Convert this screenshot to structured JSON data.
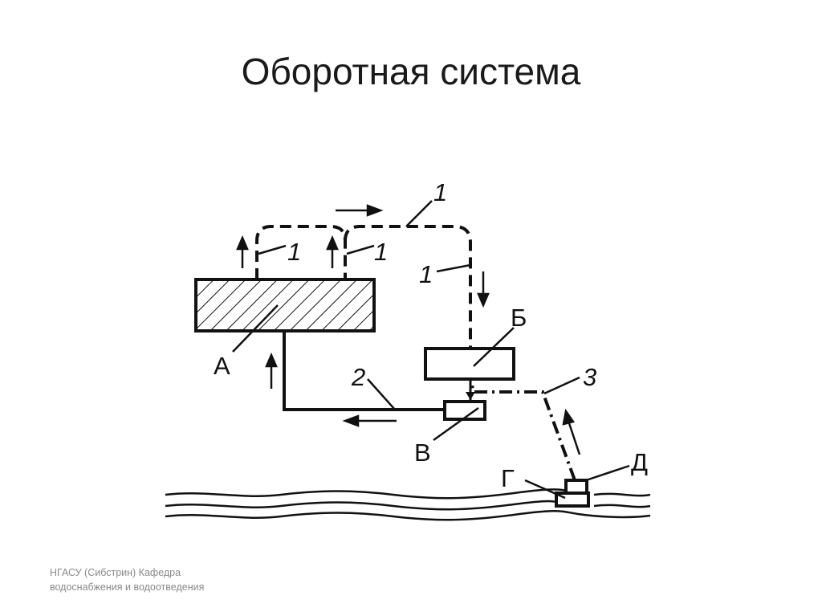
{
  "slide": {
    "title": "Оборотная система",
    "footer": "НГАСУ (Сибстрин) Кафедра водоснабжения и водоотведения"
  },
  "diagram": {
    "labels": {
      "A": "А",
      "B": "Б",
      "V": "В",
      "G": "Г",
      "D": "Д"
    },
    "pipe_numbers": {
      "top": "1",
      "left": "1",
      "middle": "1",
      "right": "1",
      "return": "2",
      "makeup": "3"
    }
  }
}
